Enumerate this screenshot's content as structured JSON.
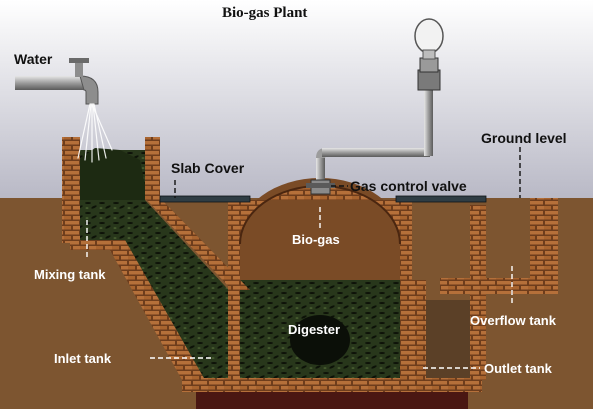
{
  "title": "Bio-gas Plant",
  "labels": {
    "water": "Water",
    "slab_cover": "Slab Cover",
    "gas_control_valve": "Gas control valve",
    "ground_level": "Ground level",
    "bio_gas": "Bio-gas",
    "mixing_tank": "Mixing tank",
    "digester": "Digester",
    "overflow_tank": "Overflow tank",
    "inlet_tank": "Inlet tank",
    "outlet_tank": "Outlet  tank"
  },
  "colors": {
    "sky_top": "#ffffff",
    "sky_bottom": "#b9b9c6",
    "soil": "#7d5530",
    "brick": "#b5703a",
    "brick_mortar": "#6e3d1c",
    "slurry": "#2a3a1c",
    "pipe": "#9c9c9c"
  },
  "icons": {
    "tap": "water-tap-icon",
    "bulb": "light-bulb-icon",
    "valve": "gas-valve-icon"
  }
}
